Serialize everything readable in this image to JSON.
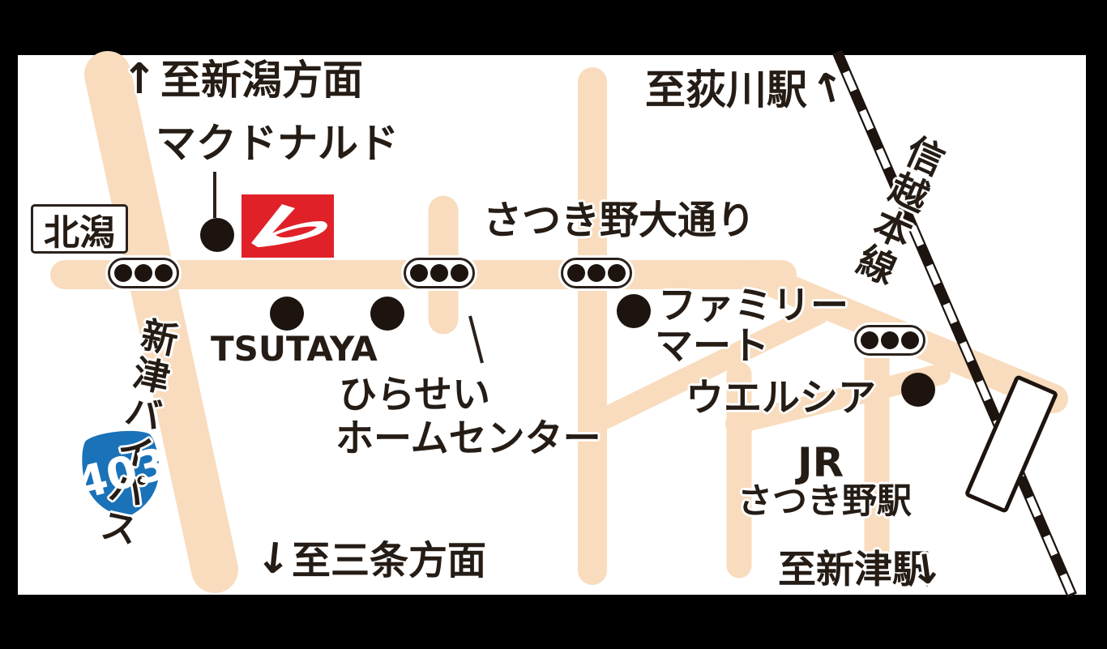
{
  "colors": {
    "background": "#000000",
    "map_background": "#ffffff",
    "road": "#f8dcbd",
    "ink": "#251c15",
    "daihatsu_red": "#e02128",
    "route_badge_blue": "#1a72b8"
  },
  "directions": {
    "to_niigata": {
      "arrow": "↑",
      "text": "至新潟方面"
    },
    "to_sanjo": {
      "arrow": "↓",
      "text": "至三条方面"
    },
    "to_ogikawa_station": {
      "text": "至荻川駅",
      "arrow": "↑"
    },
    "to_niitsu_station": {
      "text": "至新津駅",
      "arrow": "↓"
    }
  },
  "roads": {
    "satsukino_odori": "さつき野大通り",
    "niitsu_bypass": "新津バイパス",
    "route_number": "403"
  },
  "railway": {
    "line_name": "信越本線",
    "station_prefix": "JR",
    "station_name": "さつき野駅"
  },
  "pois": {
    "mcdonalds": "マクドナルド",
    "kitakata": "北潟",
    "tsutaya": "TSUTAYA",
    "hirasei_line1": "ひらせい",
    "hirasei_line2": "ホームセンター",
    "familymart_line1": "ファミリー",
    "familymart_line2": "マート",
    "welcia": "ウエルシア"
  }
}
